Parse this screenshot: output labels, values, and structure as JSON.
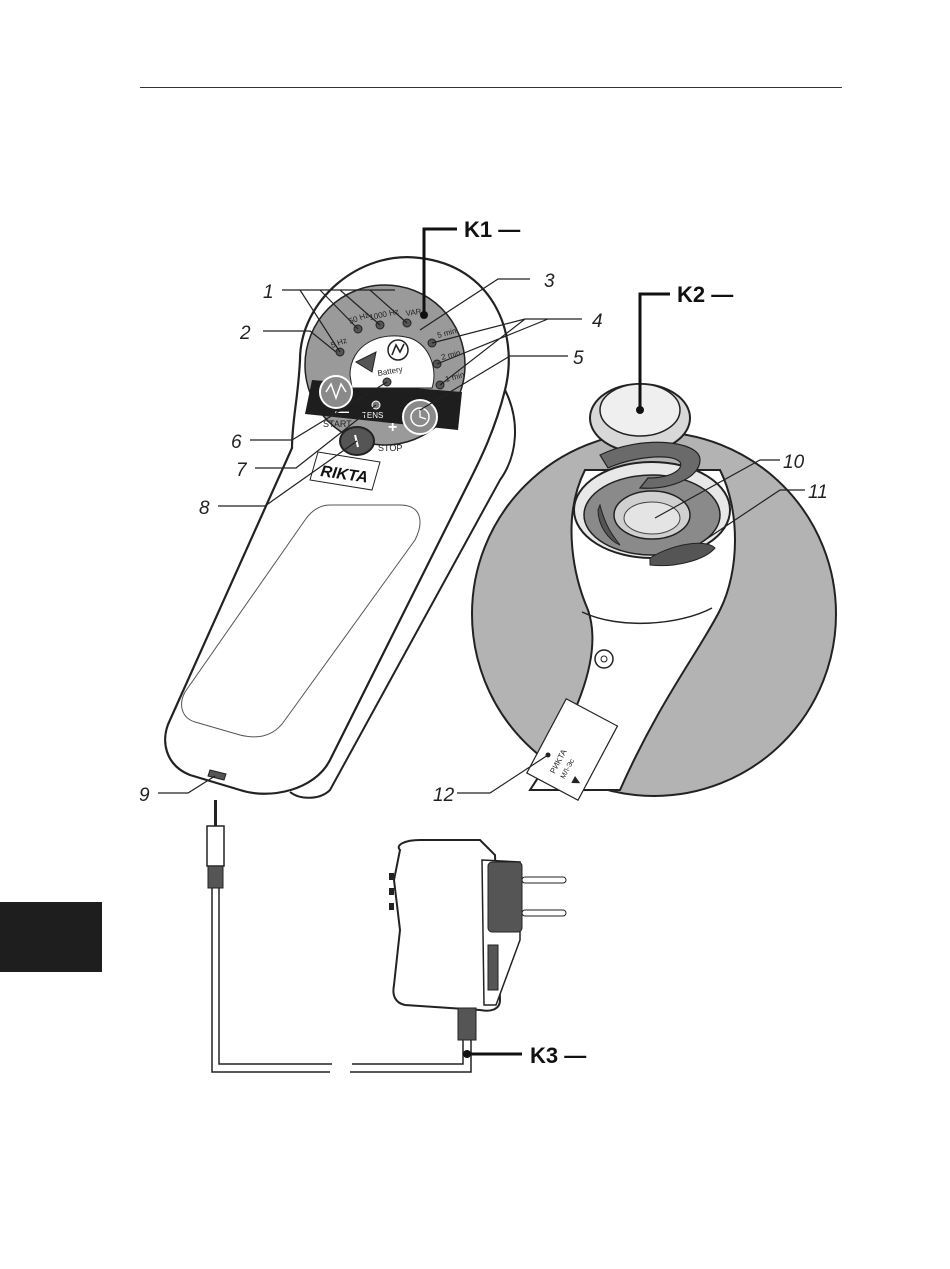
{
  "callouts": {
    "n1": "1",
    "n2": "2",
    "n3": "3",
    "n4": "4",
    "n5": "5",
    "n6": "6",
    "n7": "7",
    "n8": "8",
    "n9": "9",
    "n10": "10",
    "n11": "11",
    "n12": "12",
    "k1": "K1 —",
    "k2": "K2 —",
    "k3": "K3 —"
  },
  "device": {
    "freq_5hz": "5 Hz",
    "freq_50hz": "50 Hz",
    "freq_1000hz": "1000 Hz",
    "freq_var": "VAR",
    "time_5": "5 min",
    "time_2": "2 min",
    "time_1": "1 min",
    "battery": "Battery",
    "tens": "TENS",
    "minus": "—",
    "plus": "+",
    "start": "START",
    "stop": "STOP",
    "brand": "RIKTA"
  },
  "label_plate": {
    "line1": "PИKTA",
    "line2": "МЛ-Эс"
  },
  "colors": {
    "shade": "#b3b3b3",
    "dark": "#1e1e1e"
  }
}
